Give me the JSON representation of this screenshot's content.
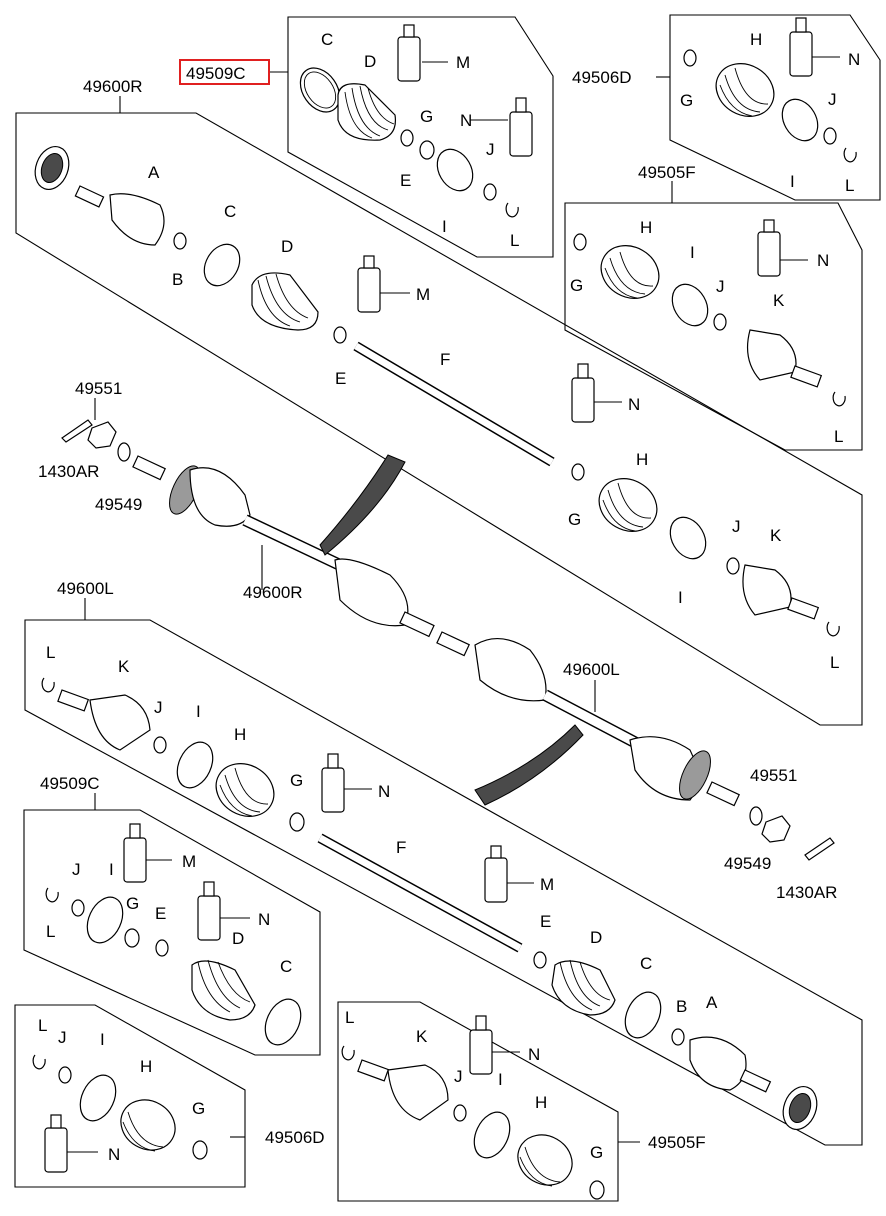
{
  "labels": {
    "part_49509C": "49509C",
    "part_49600R": "49600R",
    "part_49506D": "49506D",
    "part_49505F": "49505F",
    "part_49551": "49551",
    "part_1430AR": "1430AR",
    "part_49549": "49549",
    "part_49600L": "49600L",
    "A": "A",
    "B": "B",
    "C": "C",
    "D": "D",
    "E": "E",
    "F": "F",
    "G": "G",
    "H": "H",
    "I": "I",
    "J": "J",
    "K": "K",
    "L": "L",
    "M": "M",
    "N": "N"
  },
  "highlight_color": "#e02020"
}
